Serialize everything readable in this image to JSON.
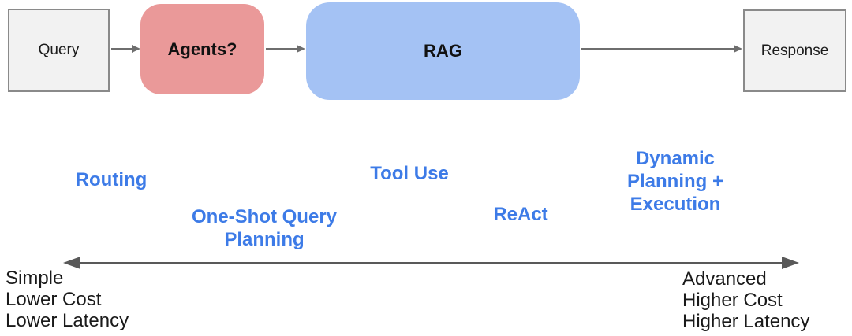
{
  "flow": {
    "boxes": [
      {
        "label": "Query"
      },
      {
        "label": "Agents?"
      },
      {
        "label": "RAG"
      },
      {
        "label": "Response"
      }
    ]
  },
  "spectrum": {
    "techniques": [
      {
        "lines": [
          "Routing"
        ]
      },
      {
        "lines": [
          "One-Shot Query",
          "Planning"
        ]
      },
      {
        "lines": [
          "Tool Use"
        ]
      },
      {
        "lines": [
          "ReAct"
        ]
      },
      {
        "lines": [
          "Dynamic",
          "Planning +",
          "Execution"
        ]
      }
    ],
    "left_labels": [
      "Simple",
      "Lower Cost",
      "Lower Latency"
    ],
    "right_labels": [
      "Advanced",
      "Higher Cost",
      "Higher Latency"
    ]
  },
  "colors": {
    "agents_box": "#ea9999",
    "rag_box": "#a4c2f4",
    "plain_box_fill": "#f2f2f2",
    "plain_box_border": "#8a8a8a",
    "technique_text": "#3d7be7",
    "axis_arrow": "#595959",
    "body_text": "#1a1a1a"
  }
}
